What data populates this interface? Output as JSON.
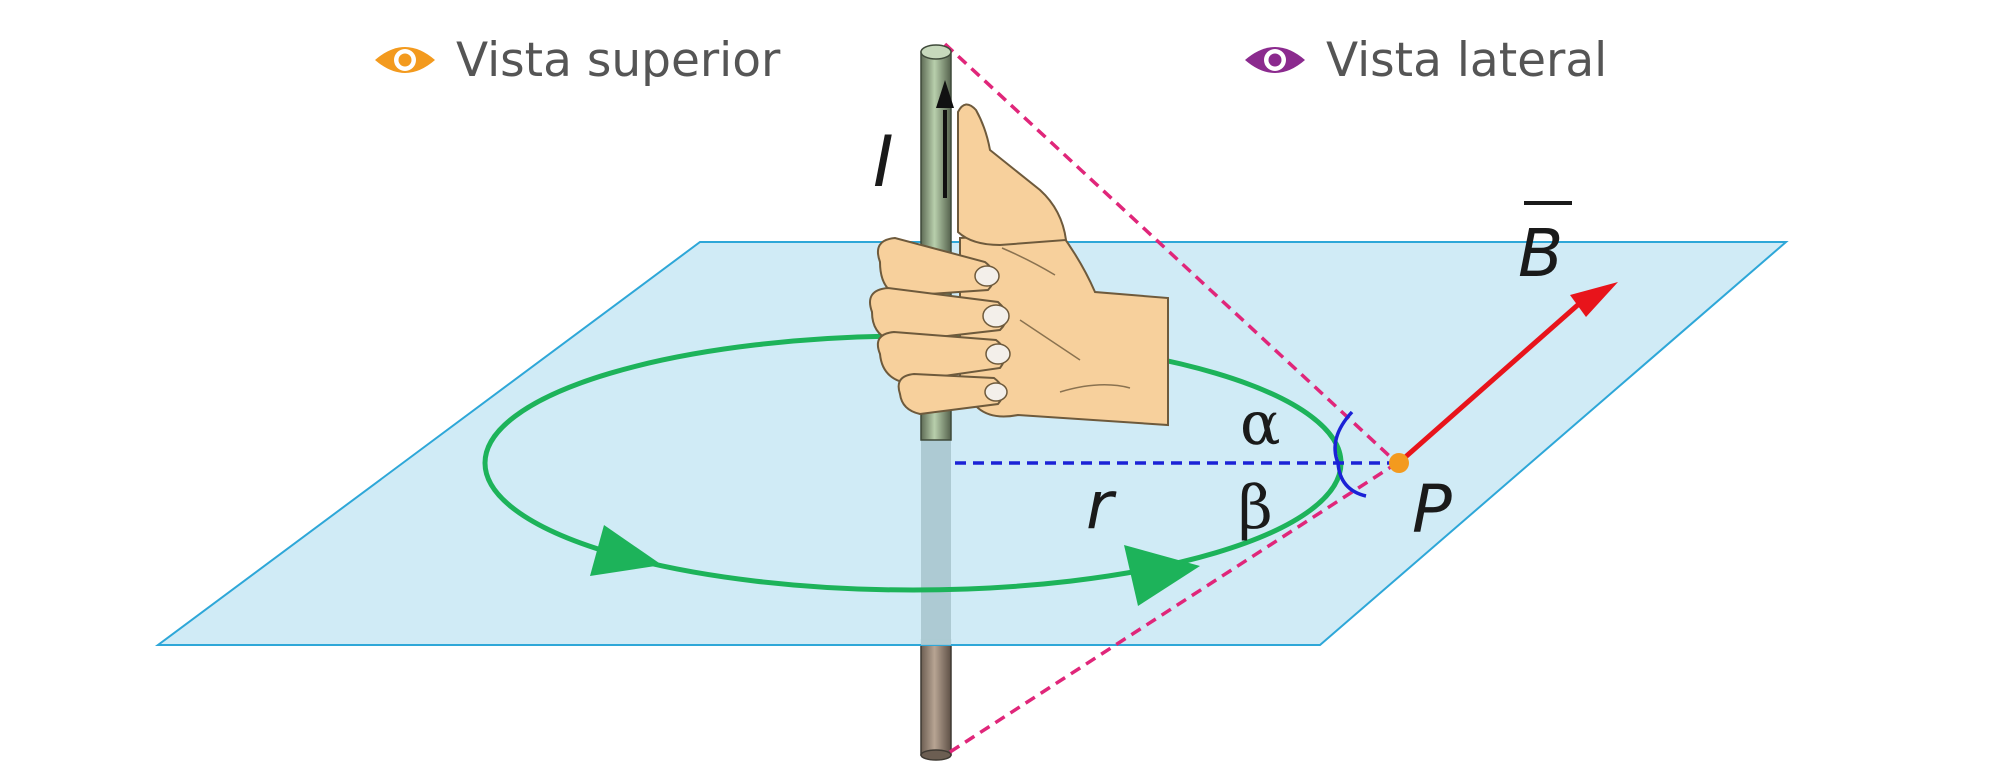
{
  "views": {
    "top": {
      "label": "Vista superior",
      "icon": "eye-icon",
      "color": "#F39A1E"
    },
    "side": {
      "label": "Vista lateral",
      "icon": "eye-icon",
      "color": "#8B2A8E"
    }
  },
  "symbols": {
    "current": "I",
    "field": "B",
    "radius": "r",
    "alpha": "α",
    "beta": "β",
    "point": "P"
  },
  "colors": {
    "plane": "#CDEAF6",
    "plane_edge": "#2EA7D8",
    "field_line": "#1DB35A",
    "field_vector": "#E8141B",
    "projection_lines": "#E0267A",
    "radius_line": "#1B22D6",
    "point_marker": "#F39A1E",
    "wire": "#8FA886",
    "skin": "#F7D09C"
  }
}
